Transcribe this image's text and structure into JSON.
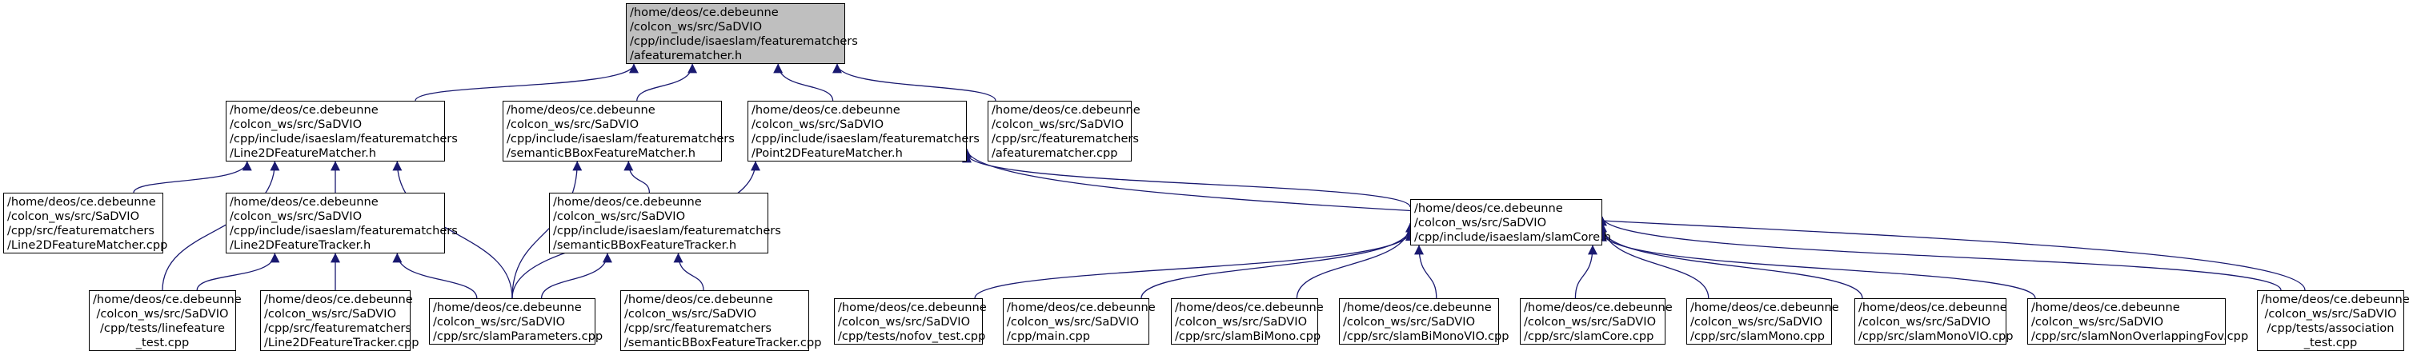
{
  "colors": {
    "edge": "#191970",
    "root_fill": "#bfbfbf",
    "node_fill": "#ffffff",
    "border": "#000000"
  },
  "nodes": {
    "afeaturematcher_h": {
      "lines": [
        "/home/deos/ce.debeunne",
        "/colcon_ws/src/SaDVIO",
        "/cpp/include/isaeslam/featurematchers",
        "/afeaturematcher.h"
      ]
    },
    "line2dfm_h": {
      "lines": [
        "/home/deos/ce.debeunne",
        "/colcon_ws/src/SaDVIO",
        "/cpp/include/isaeslam/featurematchers",
        "/Line2DFeatureMatcher.h"
      ]
    },
    "sembboxfm_h": {
      "lines": [
        "/home/deos/ce.debeunne",
        "/colcon_ws/src/SaDVIO",
        "/cpp/include/isaeslam/featurematchers",
        "/semanticBBoxFeatureMatcher.h"
      ]
    },
    "point2dfm_h": {
      "lines": [
        "/home/deos/ce.debeunne",
        "/colcon_ws/src/SaDVIO",
        "/cpp/include/isaeslam/featurematchers",
        "/Point2DFeatureMatcher.h"
      ]
    },
    "afeaturematcher_cpp": {
      "lines": [
        "/home/deos/ce.debeunne",
        "/colcon_ws/src/SaDVIO",
        "/cpp/src/featurematchers",
        "/afeaturematcher.cpp"
      ]
    },
    "line2dfm_cpp": {
      "lines": [
        "/home/deos/ce.debeunne",
        "/colcon_ws/src/SaDVIO",
        "/cpp/src/featurematchers",
        "/Line2DFeatureMatcher.cpp"
      ]
    },
    "line2dft_h": {
      "lines": [
        "/home/deos/ce.debeunne",
        "/colcon_ws/src/SaDVIO",
        "/cpp/include/isaeslam/featurematchers",
        "/Line2DFeatureTracker.h"
      ]
    },
    "sembboxft_h": {
      "lines": [
        "/home/deos/ce.debeunne",
        "/colcon_ws/src/SaDVIO",
        "/cpp/include/isaeslam/featurematchers",
        "/semanticBBoxFeatureTracker.h"
      ]
    },
    "slamcore_h": {
      "lines": [
        "/home/deos/ce.debeunne",
        "/colcon_ws/src/SaDVIO",
        "/cpp/include/isaeslam/slamCore.h"
      ]
    },
    "linefeature_test": {
      "lines": [
        "/home/deos/ce.debeunne",
        "/colcon_ws/src/SaDVIO",
        "/cpp/tests/linefeature",
        "_test.cpp"
      ]
    },
    "line2dft_cpp": {
      "lines": [
        "/home/deos/ce.debeunne",
        "/colcon_ws/src/SaDVIO",
        "/cpp/src/featurematchers",
        "/Line2DFeatureTracker.cpp"
      ]
    },
    "slamparameters_cpp": {
      "lines": [
        "/home/deos/ce.debeunne",
        "/colcon_ws/src/SaDVIO",
        "/cpp/src/slamParameters.cpp"
      ]
    },
    "sembboxft_cpp": {
      "lines": [
        "/home/deos/ce.debeunne",
        "/colcon_ws/src/SaDVIO",
        "/cpp/src/featurematchers",
        "/semanticBBoxFeatureTracker.cpp"
      ]
    },
    "nofov_test": {
      "lines": [
        "/home/deos/ce.debeunne",
        "/colcon_ws/src/SaDVIO",
        "/cpp/tests/nofov_test.cpp"
      ]
    },
    "main_cpp": {
      "lines": [
        "/home/deos/ce.debeunne",
        "/colcon_ws/src/SaDVIO",
        "/cpp/main.cpp"
      ]
    },
    "slambimono": {
      "lines": [
        "/home/deos/ce.debeunne",
        "/colcon_ws/src/SaDVIO",
        "/cpp/src/slamBiMono.cpp"
      ]
    },
    "slambimonovio": {
      "lines": [
        "/home/deos/ce.debeunne",
        "/colcon_ws/src/SaDVIO",
        "/cpp/src/slamBiMonoVIO.cpp"
      ]
    },
    "slamcore_cpp": {
      "lines": [
        "/home/deos/ce.debeunne",
        "/colcon_ws/src/SaDVIO",
        "/cpp/src/slamCore.cpp"
      ]
    },
    "slammono": {
      "lines": [
        "/home/deos/ce.debeunne",
        "/colcon_ws/src/SaDVIO",
        "/cpp/src/slamMono.cpp"
      ]
    },
    "slammonovio": {
      "lines": [
        "/home/deos/ce.debeunne",
        "/colcon_ws/src/SaDVIO",
        "/cpp/src/slamMonoVIO.cpp"
      ]
    },
    "slamnonoverlapping": {
      "lines": [
        "/home/deos/ce.debeunne",
        "/colcon_ws/src/SaDVIO",
        "/cpp/src/slamNonOverlappingFov.cpp"
      ]
    },
    "association_test": {
      "lines": [
        "/home/deos/ce.debeunne",
        "/colcon_ws/src/SaDVIO",
        "/cpp/tests/association",
        "_test.cpp"
      ]
    }
  },
  "edges": [
    [
      "line2dfm_h",
      "afeaturematcher_h"
    ],
    [
      "sembboxfm_h",
      "afeaturematcher_h"
    ],
    [
      "point2dfm_h",
      "afeaturematcher_h"
    ],
    [
      "afeaturematcher_cpp",
      "afeaturematcher_h"
    ],
    [
      "line2dfm_cpp",
      "line2dfm_h"
    ],
    [
      "line2dft_h",
      "line2dfm_h"
    ],
    [
      "linefeature_test",
      "line2dfm_h"
    ],
    [
      "slamparameters_cpp",
      "line2dfm_h"
    ],
    [
      "sembboxft_h",
      "sembboxfm_h"
    ],
    [
      "slamparameters_cpp",
      "sembboxfm_h"
    ],
    [
      "slamcore_h",
      "point2dfm_h"
    ],
    [
      "slamparameters_cpp",
      "point2dfm_h"
    ],
    [
      "association_test",
      "point2dfm_h"
    ],
    [
      "linefeature_test",
      "line2dft_h"
    ],
    [
      "line2dft_cpp",
      "line2dft_h"
    ],
    [
      "slamparameters_cpp",
      "line2dft_h"
    ],
    [
      "slamparameters_cpp",
      "sembboxft_h"
    ],
    [
      "sembboxft_cpp",
      "sembboxft_h"
    ],
    [
      "nofov_test",
      "slamcore_h"
    ],
    [
      "main_cpp",
      "slamcore_h"
    ],
    [
      "slambimono",
      "slamcore_h"
    ],
    [
      "slambimonovio",
      "slamcore_h"
    ],
    [
      "slamcore_cpp",
      "slamcore_h"
    ],
    [
      "slammono",
      "slamcore_h"
    ],
    [
      "slammonovio",
      "slamcore_h"
    ],
    [
      "slamnonoverlapping",
      "slamcore_h"
    ],
    [
      "association_test",
      "slamcore_h"
    ]
  ]
}
